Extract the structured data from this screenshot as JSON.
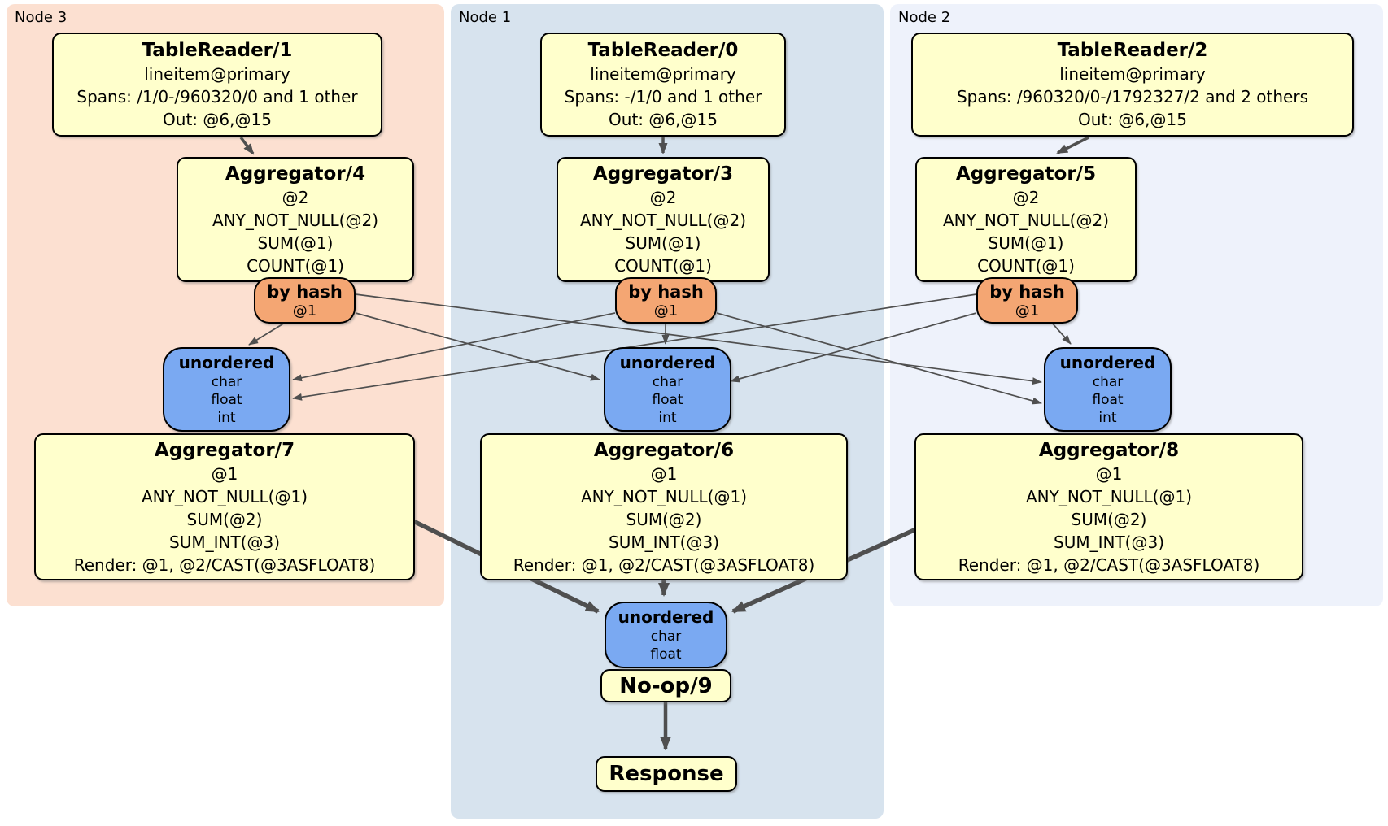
{
  "diagram": {
    "kind": "distsql-plan",
    "panels": [
      {
        "label": "Node 3"
      },
      {
        "label": "Node 1"
      },
      {
        "label": "Node 2"
      }
    ],
    "colors": {
      "node3_bg": "#fce0d1",
      "node1_bg": "#d7e3ee",
      "node2_bg": "#eef2fb",
      "processor_bg": "#ffffcc",
      "router_bg": "#f4a673",
      "sync_bg": "#7aa9f2",
      "edge": "#4f4f4f",
      "border": "#000000"
    }
  },
  "processors": {
    "table_readers": [
      {
        "title": "TableReader/1",
        "lines": [
          "lineitem@primary",
          "Spans: /1/0-/960320/0 and 1 other",
          "Out: @6,@15"
        ]
      },
      {
        "title": "TableReader/0",
        "lines": [
          "lineitem@primary",
          "Spans: -/1/0 and 1 other",
          "Out: @6,@15"
        ]
      },
      {
        "title": "TableReader/2",
        "lines": [
          "lineitem@primary",
          "Spans: /960320/0-/1792327/2 and 2 others",
          "Out: @6,@15"
        ]
      }
    ],
    "stage1_aggregators": [
      {
        "title": "Aggregator/4",
        "lines": [
          "@2",
          "ANY_NOT_NULL(@2)",
          "SUM(@1)",
          "COUNT(@1)"
        ]
      },
      {
        "title": "Aggregator/3",
        "lines": [
          "@2",
          "ANY_NOT_NULL(@2)",
          "SUM(@1)",
          "COUNT(@1)"
        ]
      },
      {
        "title": "Aggregator/5",
        "lines": [
          "@2",
          "ANY_NOT_NULL(@2)",
          "SUM(@1)",
          "COUNT(@1)"
        ]
      }
    ],
    "hash_routers": [
      {
        "title": "by hash",
        "key": "@1"
      },
      {
        "title": "by hash",
        "key": "@1"
      },
      {
        "title": "by hash",
        "key": "@1"
      }
    ],
    "unordered_syncs": [
      {
        "title": "unordered",
        "types": [
          "char",
          "float",
          "int"
        ]
      },
      {
        "title": "unordered",
        "types": [
          "char",
          "float",
          "int"
        ]
      },
      {
        "title": "unordered",
        "types": [
          "char",
          "float",
          "int"
        ]
      }
    ],
    "stage2_aggregators": [
      {
        "title": "Aggregator/7",
        "lines": [
          "@1",
          "ANY_NOT_NULL(@1)",
          "SUM(@2)",
          "SUM_INT(@3)",
          "Render: @1, @2/CAST(@3ASFLOAT8)"
        ]
      },
      {
        "title": "Aggregator/6",
        "lines": [
          "@1",
          "ANY_NOT_NULL(@1)",
          "SUM(@2)",
          "SUM_INT(@3)",
          "Render: @1, @2/CAST(@3ASFLOAT8)"
        ]
      },
      {
        "title": "Aggregator/8",
        "lines": [
          "@1",
          "ANY_NOT_NULL(@1)",
          "SUM(@2)",
          "SUM_INT(@3)",
          "Render: @1, @2/CAST(@3ASFLOAT8)"
        ]
      }
    ],
    "final_sync": {
      "title": "unordered",
      "types": [
        "char",
        "float"
      ]
    },
    "noop": {
      "title": "No-op/9"
    },
    "response": {
      "title": "Response"
    }
  }
}
